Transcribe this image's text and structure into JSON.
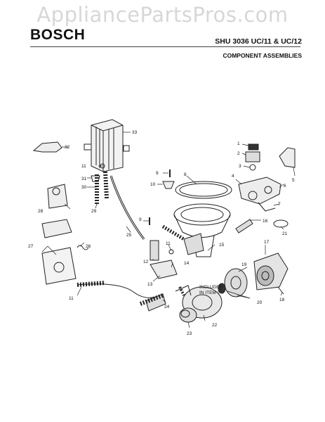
{
  "watermark": "AppliancePartsPros.com",
  "brand": "BOSCH",
  "model": "SHU 3036 UC/11 & UC/12",
  "section_title": "COMPONENT ASSEMBLIES",
  "note": [
    "INCLUDED",
    "IN ITEM ?"
  ],
  "callouts": [
    "33",
    "32",
    "1",
    "2",
    "3",
    "11",
    "31",
    "30",
    "9",
    "10",
    "8",
    "4",
    "6",
    "5",
    "7",
    "28",
    "29",
    "9",
    "16",
    "21",
    "25",
    "11",
    "27",
    "26",
    "15",
    "17",
    "12",
    "14",
    "19",
    "13",
    "11",
    "24",
    "20",
    "18",
    "22",
    "23"
  ]
}
